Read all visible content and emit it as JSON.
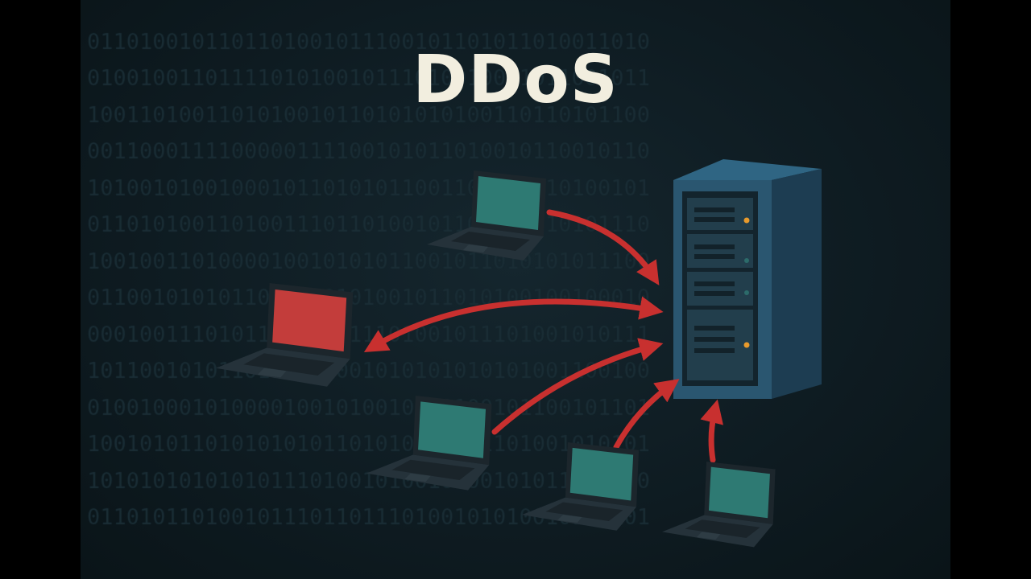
{
  "title": "DDoS",
  "background_binary": [
    "0110100101101101001011100101101011010011010",
    "0100100110111101010010111010010011011001011",
    "1001101001101010010110101010100110110101100",
    "0011000111100000111100101011010010110010110",
    "1010010100100010110101011001101001010100101",
    "0110101001101001110110100101101010010101110",
    "1001001101000010010101011001011010101011100",
    "0110010101011010100101001011010100100100010",
    "0001001110101101001011101001011101001010111",
    "1011001010110111101001010101010101001100100",
    "0100100010100001001010010010100101100101101",
    "1001010110101010101101010101101101001010101",
    "1010101010101011101001010010100101011010010",
    "0110101101001011101101110100101010010101101"
  ],
  "colors": {
    "background": "#0e1b21",
    "title": "#f2eedf",
    "arrow": "#c8302f",
    "laptop_screen": "#2e7a73",
    "victim_screen": "#c33d3b",
    "laptop_body": "#25323a",
    "server_front": "#2a5670",
    "server_side": "#1d3d52",
    "led_amber": "#e89a2c",
    "led_teal": "#2c6b6a"
  },
  "icons": [
    "laptop-icon",
    "server-icon",
    "arrow-icon"
  ]
}
